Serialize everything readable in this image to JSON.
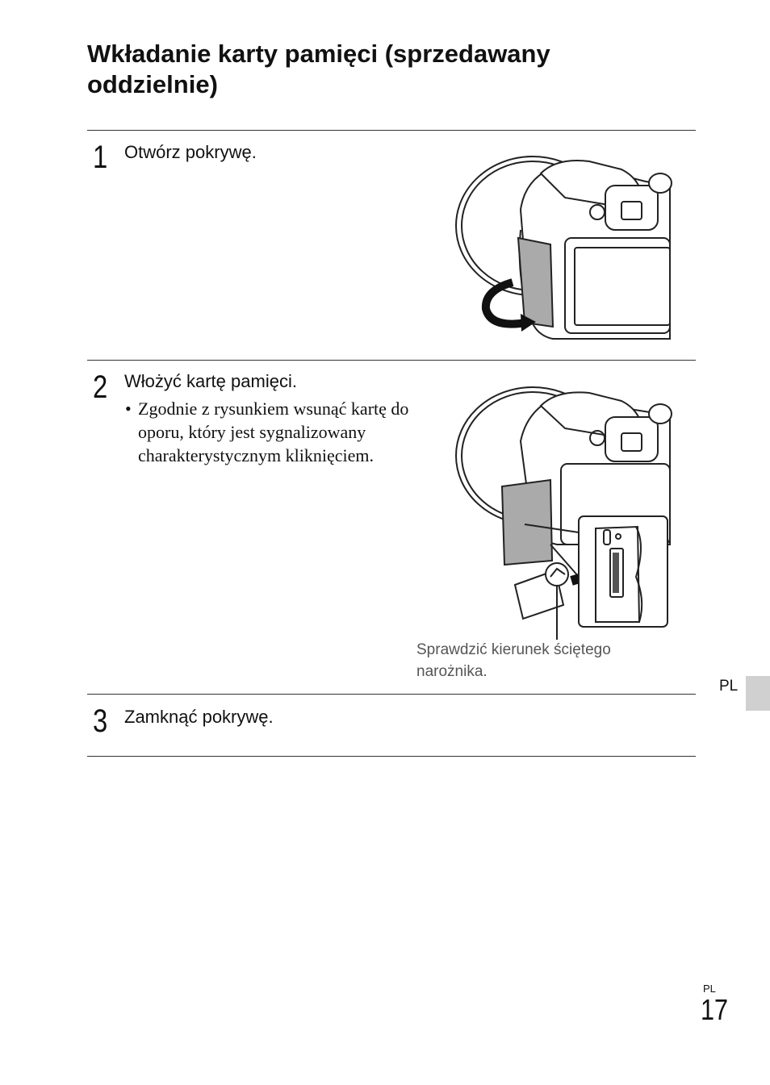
{
  "page": {
    "title": "Wkładanie karty pamięci (sprzedawany oddzielnie)",
    "steps": [
      {
        "number": "1",
        "text": "Otwórz pokrywę."
      },
      {
        "number": "2",
        "text": "Włożyć kartę pamięci.",
        "bullet": "Zgodnie z rysunkiem wsunąć kartę do oporu, który jest sygnalizowany charakterystycznym kliknięciem."
      },
      {
        "number": "3",
        "text": "Zamknąć pokrywę."
      }
    ],
    "figure_caption": "Sprawdzić kierunek ściętego narożnika.",
    "side_tab_language": "PL",
    "footer": {
      "language": "PL",
      "page_number": "17"
    }
  },
  "icons": {
    "bullet_symbol": "•"
  }
}
